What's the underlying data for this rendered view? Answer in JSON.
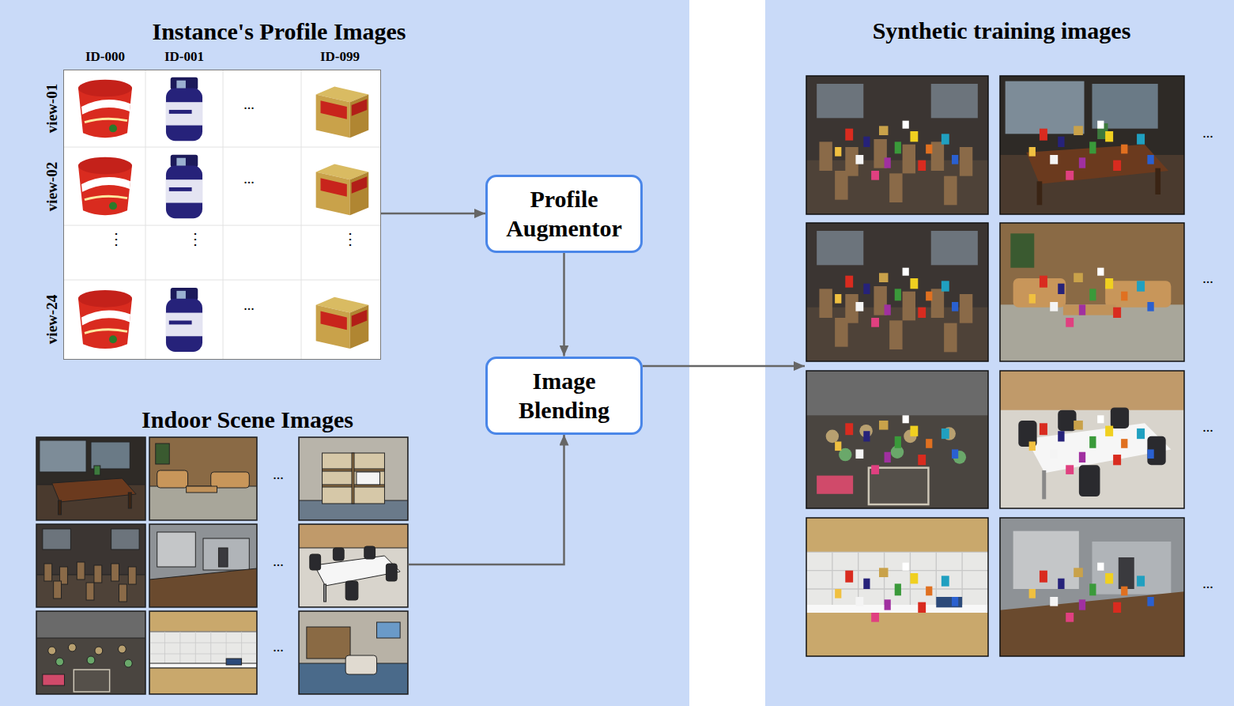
{
  "diagram": {
    "nodes": [
      {
        "text": [
          "Instance's Profile Images"
        ]
      },
      {
        "text": [
          "Indoor Scene Images"
        ]
      },
      {
        "text": [
          "Profile Augmentor"
        ]
      },
      {
        "text": [
          "Image Blending"
        ]
      },
      {
        "text": [
          "Synthetic training images"
        ]
      }
    ],
    "edges": [
      {
        "from": 0,
        "to": 2,
        "arrow": "to"
      },
      {
        "from": 2,
        "to": 3,
        "arrow": "to"
      },
      {
        "from": 1,
        "to": 3,
        "arrow": "to"
      },
      {
        "from": 3,
        "to": 4,
        "arrow": "to"
      }
    ],
    "labels": [
      "ID-000",
      "ID-001",
      "ID-099",
      "view-01",
      "view-02",
      "view-24",
      "...",
      "...",
      "...",
      "⋮",
      "⋮",
      "⋮",
      "...",
      "...",
      "...",
      "...",
      "...",
      "...",
      "..."
    ]
  }
}
